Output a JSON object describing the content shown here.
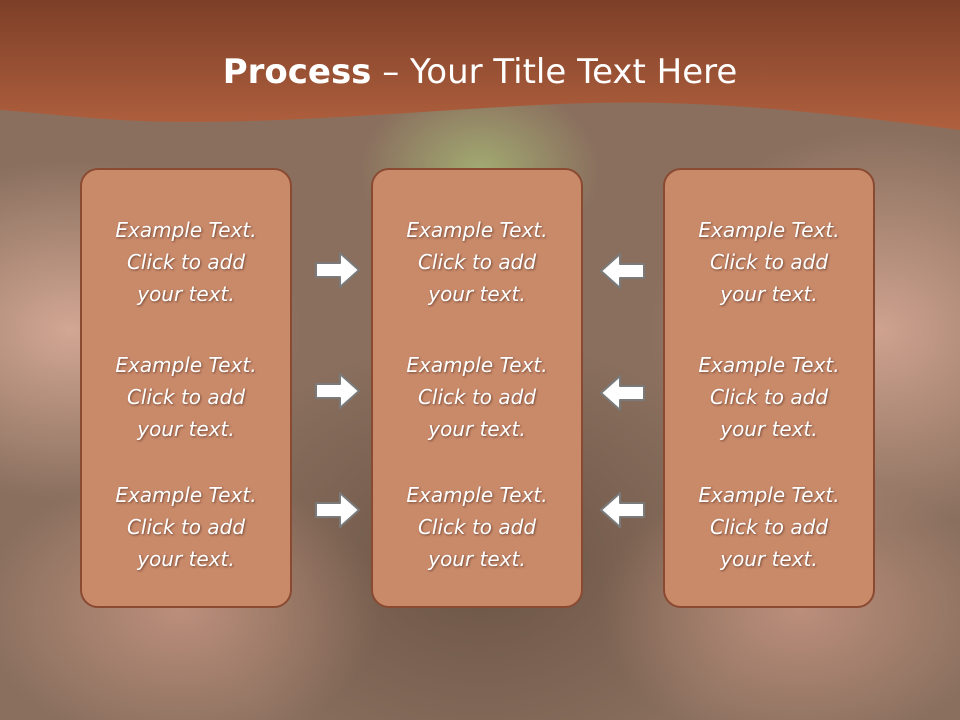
{
  "slide": {
    "title_bold": "Process",
    "title_rest": " – Your Title Text Here",
    "colors": {
      "banner": "#a4563a",
      "box_fill": "#c98a6a",
      "box_border": "#8a4a32",
      "arrow": "#ffffff"
    }
  },
  "columns": [
    {
      "items": [
        [
          "Example Text.",
          "Click  to add",
          "your text."
        ],
        [
          "Example Text.",
          "Click  to add",
          "your text."
        ],
        [
          "Example Text.",
          "Click  to add",
          "your text."
        ]
      ]
    },
    {
      "items": [
        [
          "Example Text.",
          "Click  to add",
          "your text."
        ],
        [
          "Example Text.",
          "Click  to add",
          "your text."
        ],
        [
          "Example Text.",
          "Click  to add",
          "your text."
        ]
      ]
    },
    {
      "items": [
        [
          "Example Text.",
          "Click  to add",
          "your text."
        ],
        [
          "Example Text.",
          "Click  to add",
          "your text."
        ],
        [
          "Example Text.",
          "Click  to add",
          "your text."
        ]
      ]
    }
  ],
  "arrows": {
    "left_group": "arrow-right-icon",
    "right_group": "arrow-left-icon"
  }
}
